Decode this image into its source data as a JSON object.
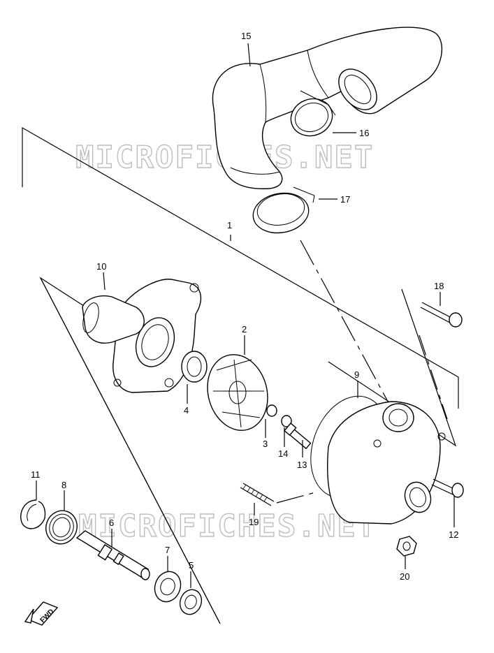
{
  "watermark": "MICROFICHES.NET",
  "fwd_label": "FWD",
  "callouts": [
    {
      "id": "15",
      "label": "15"
    },
    {
      "id": "16",
      "label": "16"
    },
    {
      "id": "17",
      "label": "17"
    },
    {
      "id": "1",
      "label": "1"
    },
    {
      "id": "10",
      "label": "10"
    },
    {
      "id": "2",
      "label": "2"
    },
    {
      "id": "18",
      "label": "18"
    },
    {
      "id": "4",
      "label": "4"
    },
    {
      "id": "9",
      "label": "9"
    },
    {
      "id": "3",
      "label": "3"
    },
    {
      "id": "14",
      "label": "14"
    },
    {
      "id": "13",
      "label": "13"
    },
    {
      "id": "11",
      "label": "11"
    },
    {
      "id": "8",
      "label": "8"
    },
    {
      "id": "6",
      "label": "6"
    },
    {
      "id": "19",
      "label": "19"
    },
    {
      "id": "12",
      "label": "12"
    },
    {
      "id": "7",
      "label": "7"
    },
    {
      "id": "5",
      "label": "5"
    },
    {
      "id": "20",
      "label": "20"
    }
  ]
}
